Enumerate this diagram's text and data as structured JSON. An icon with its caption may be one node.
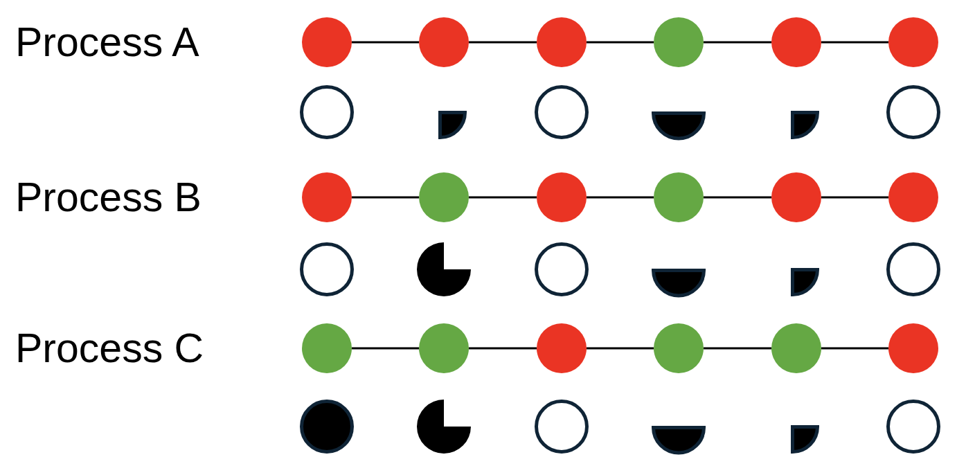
{
  "diagram": {
    "nodes": [
      {
        "text": [],
        "shape": "circle"
      },
      {
        "text": [],
        "shape": "circle"
      },
      {
        "text": [],
        "shape": "circle"
      },
      {
        "text": [],
        "shape": "circle"
      },
      {
        "text": [],
        "shape": "circle"
      },
      {
        "text": [],
        "shape": "circle"
      },
      {
        "text": [],
        "shape": "ring"
      },
      {
        "text": [],
        "shape": "quarter"
      },
      {
        "text": [],
        "shape": "ring"
      },
      {
        "text": [],
        "shape": "half"
      },
      {
        "text": [],
        "shape": "quarter"
      },
      {
        "text": [],
        "shape": "ring"
      },
      {
        "text": [],
        "shape": "circle"
      },
      {
        "text": [],
        "shape": "circle"
      },
      {
        "text": [],
        "shape": "circle"
      },
      {
        "text": [],
        "shape": "circle"
      },
      {
        "text": [],
        "shape": "circle"
      },
      {
        "text": [],
        "shape": "circle"
      },
      {
        "text": [],
        "shape": "ring"
      },
      {
        "text": [],
        "shape": "three-quarter"
      },
      {
        "text": [],
        "shape": "ring"
      },
      {
        "text": [],
        "shape": "half"
      },
      {
        "text": [],
        "shape": "quarter"
      },
      {
        "text": [],
        "shape": "ring"
      },
      {
        "text": [],
        "shape": "circle"
      },
      {
        "text": [],
        "shape": "circle"
      },
      {
        "text": [],
        "shape": "circle"
      },
      {
        "text": [],
        "shape": "circle"
      },
      {
        "text": [],
        "shape": "circle"
      },
      {
        "text": [],
        "shape": "circle"
      },
      {
        "text": [],
        "shape": "disc"
      },
      {
        "text": [],
        "shape": "three-quarter"
      },
      {
        "text": [],
        "shape": "ring"
      },
      {
        "text": [],
        "shape": "half"
      },
      {
        "text": [],
        "shape": "quarter"
      },
      {
        "text": [],
        "shape": "ring"
      }
    ],
    "edges": [
      {
        "from": 0,
        "to": 1,
        "arrow": "none"
      },
      {
        "from": 1,
        "to": 2,
        "arrow": "none"
      },
      {
        "from": 2,
        "to": 3,
        "arrow": "none"
      },
      {
        "from": 3,
        "to": 4,
        "arrow": "none"
      },
      {
        "from": 4,
        "to": 5,
        "arrow": "none"
      },
      {
        "from": 12,
        "to": 13,
        "arrow": "none"
      },
      {
        "from": 13,
        "to": 14,
        "arrow": "none"
      },
      {
        "from": 14,
        "to": 15,
        "arrow": "none"
      },
      {
        "from": 15,
        "to": 16,
        "arrow": "none"
      },
      {
        "from": 16,
        "to": 17,
        "arrow": "none"
      },
      {
        "from": 24,
        "to": 25,
        "arrow": "none"
      },
      {
        "from": 25,
        "to": 26,
        "arrow": "none"
      },
      {
        "from": 26,
        "to": 27,
        "arrow": "none"
      },
      {
        "from": 27,
        "to": 28,
        "arrow": "none"
      },
      {
        "from": 28,
        "to": 29,
        "arrow": "none"
      }
    ],
    "labels": [
      "Process A",
      "Process B",
      "Process C"
    ]
  }
}
